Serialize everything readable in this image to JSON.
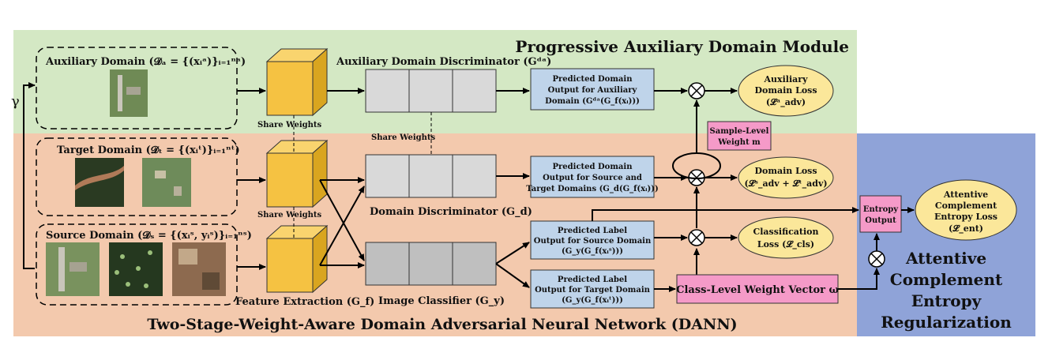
{
  "panels": {
    "auxiliary_module_title": "Progressive Auxiliary Domain Module",
    "dann_title": "Two-Stage-Weight-Aware Domain Adversarial Neural Network (DANN)",
    "entropy_reg_title": [
      "Attentive",
      "Complement",
      "Entropy",
      "Regularization"
    ]
  },
  "gamma": "γ",
  "domains": {
    "auxiliary": "Auxiliary Domain (𝓓ₐ = {(xᵢᵃ)}ᵢ₌₁ⁿᵃ)",
    "target": "Target Domain (𝓓ₜ = {(xᵢᵗ)}ᵢ₌₁ⁿᵗ)",
    "source": "Source Domain (𝓓ₛ = {(xᵢˢ, yᵢˢ)}ᵢ₌₁ⁿˢ)"
  },
  "share_weights": "Share Weights",
  "feature_extraction": "Feature Extraction (G_f)",
  "aux_discriminator": "Auxiliary Domain Discriminator (Gᵈᵃ)",
  "domain_discriminator": "Domain Discriminator (G_d)",
  "image_classifier": "Image Classifier (G_y)",
  "outputs": {
    "aux": [
      "Predicted Domain",
      "Output for Auxiliary",
      "Domain (Gᵈᵃ(G_f(xᵢ)))"
    ],
    "domain": [
      "Predicted Domain",
      "Output for Source and",
      "Target Domains (G_d(G_f(xᵢ)))"
    ],
    "label_source": [
      "Predicted Label",
      "Output for Source Domain",
      "(G_y(G_f(xᵢˢ)))"
    ],
    "label_target": [
      "Predicted Label",
      "Output for Target Domain",
      "(G_y(G_f(xᵢᵗ)))"
    ]
  },
  "sample_weight": [
    "Sample-Level",
    "Weight m"
  ],
  "class_weight": "Class-Level Weight Vector ω",
  "entropy_output": [
    "Entropy",
    "Output"
  ],
  "losses": {
    "aux": [
      "Auxiliary",
      "Domain Loss",
      "(𝓛ᵃ_adv)"
    ],
    "domain": [
      "Domain Loss",
      "(𝓛ˢ_adv + 𝓛ᵗ_adv)"
    ],
    "cls": [
      "Classification",
      "Loss (𝓛_cls)"
    ],
    "entropy": [
      "Attentive",
      "Complement",
      "Entropy Loss",
      "(𝓛_ent)"
    ]
  },
  "colors": {
    "aux_panel": "#d4e8c4",
    "dann_panel": "#f3c9ad",
    "entropy_panel": "#8fa3d8",
    "cube": "#f5c242",
    "output_box": "#bfd4ea",
    "loss_ellipse": "#fbe79a",
    "pink": "#f59ac8"
  }
}
